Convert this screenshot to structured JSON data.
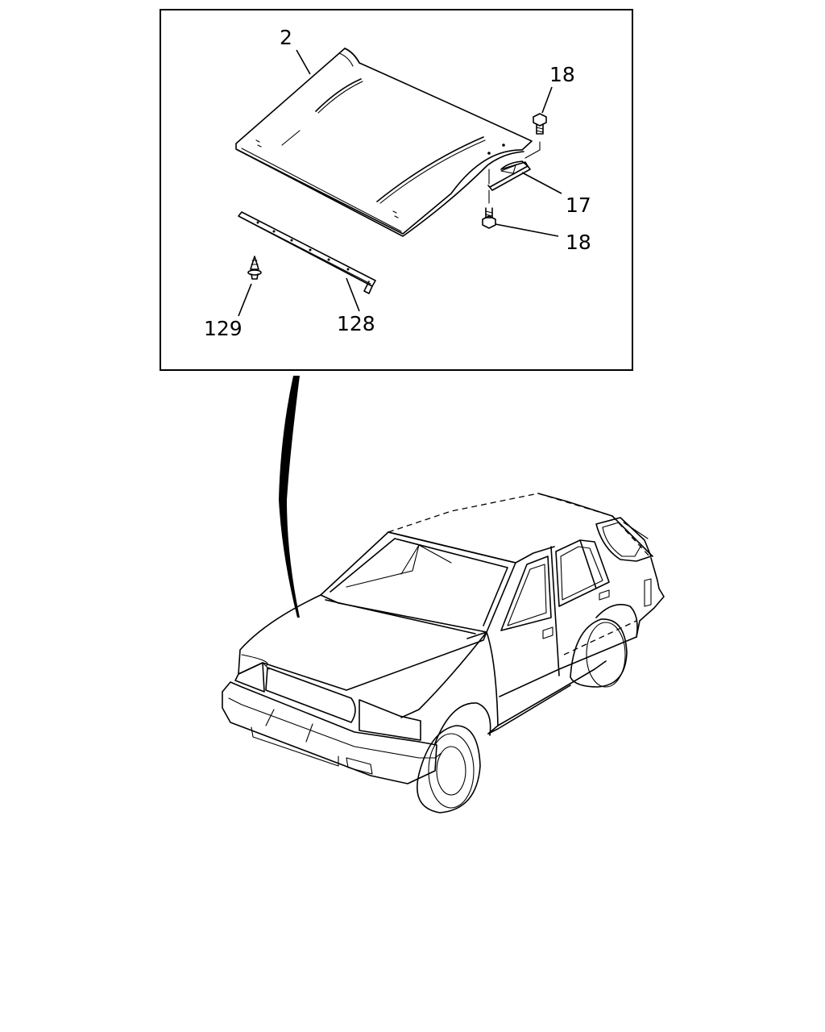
{
  "diagram": {
    "callouts": [
      {
        "id": "hood",
        "label": "2"
      },
      {
        "id": "bolt_upper",
        "label": "18"
      },
      {
        "id": "hinge",
        "label": "17"
      },
      {
        "id": "bolt_lower",
        "label": "18"
      },
      {
        "id": "clip",
        "label": "129"
      },
      {
        "id": "seal_strip",
        "label": "128"
      }
    ],
    "colors": {
      "line": "#000000",
      "background": "#ffffff"
    }
  }
}
